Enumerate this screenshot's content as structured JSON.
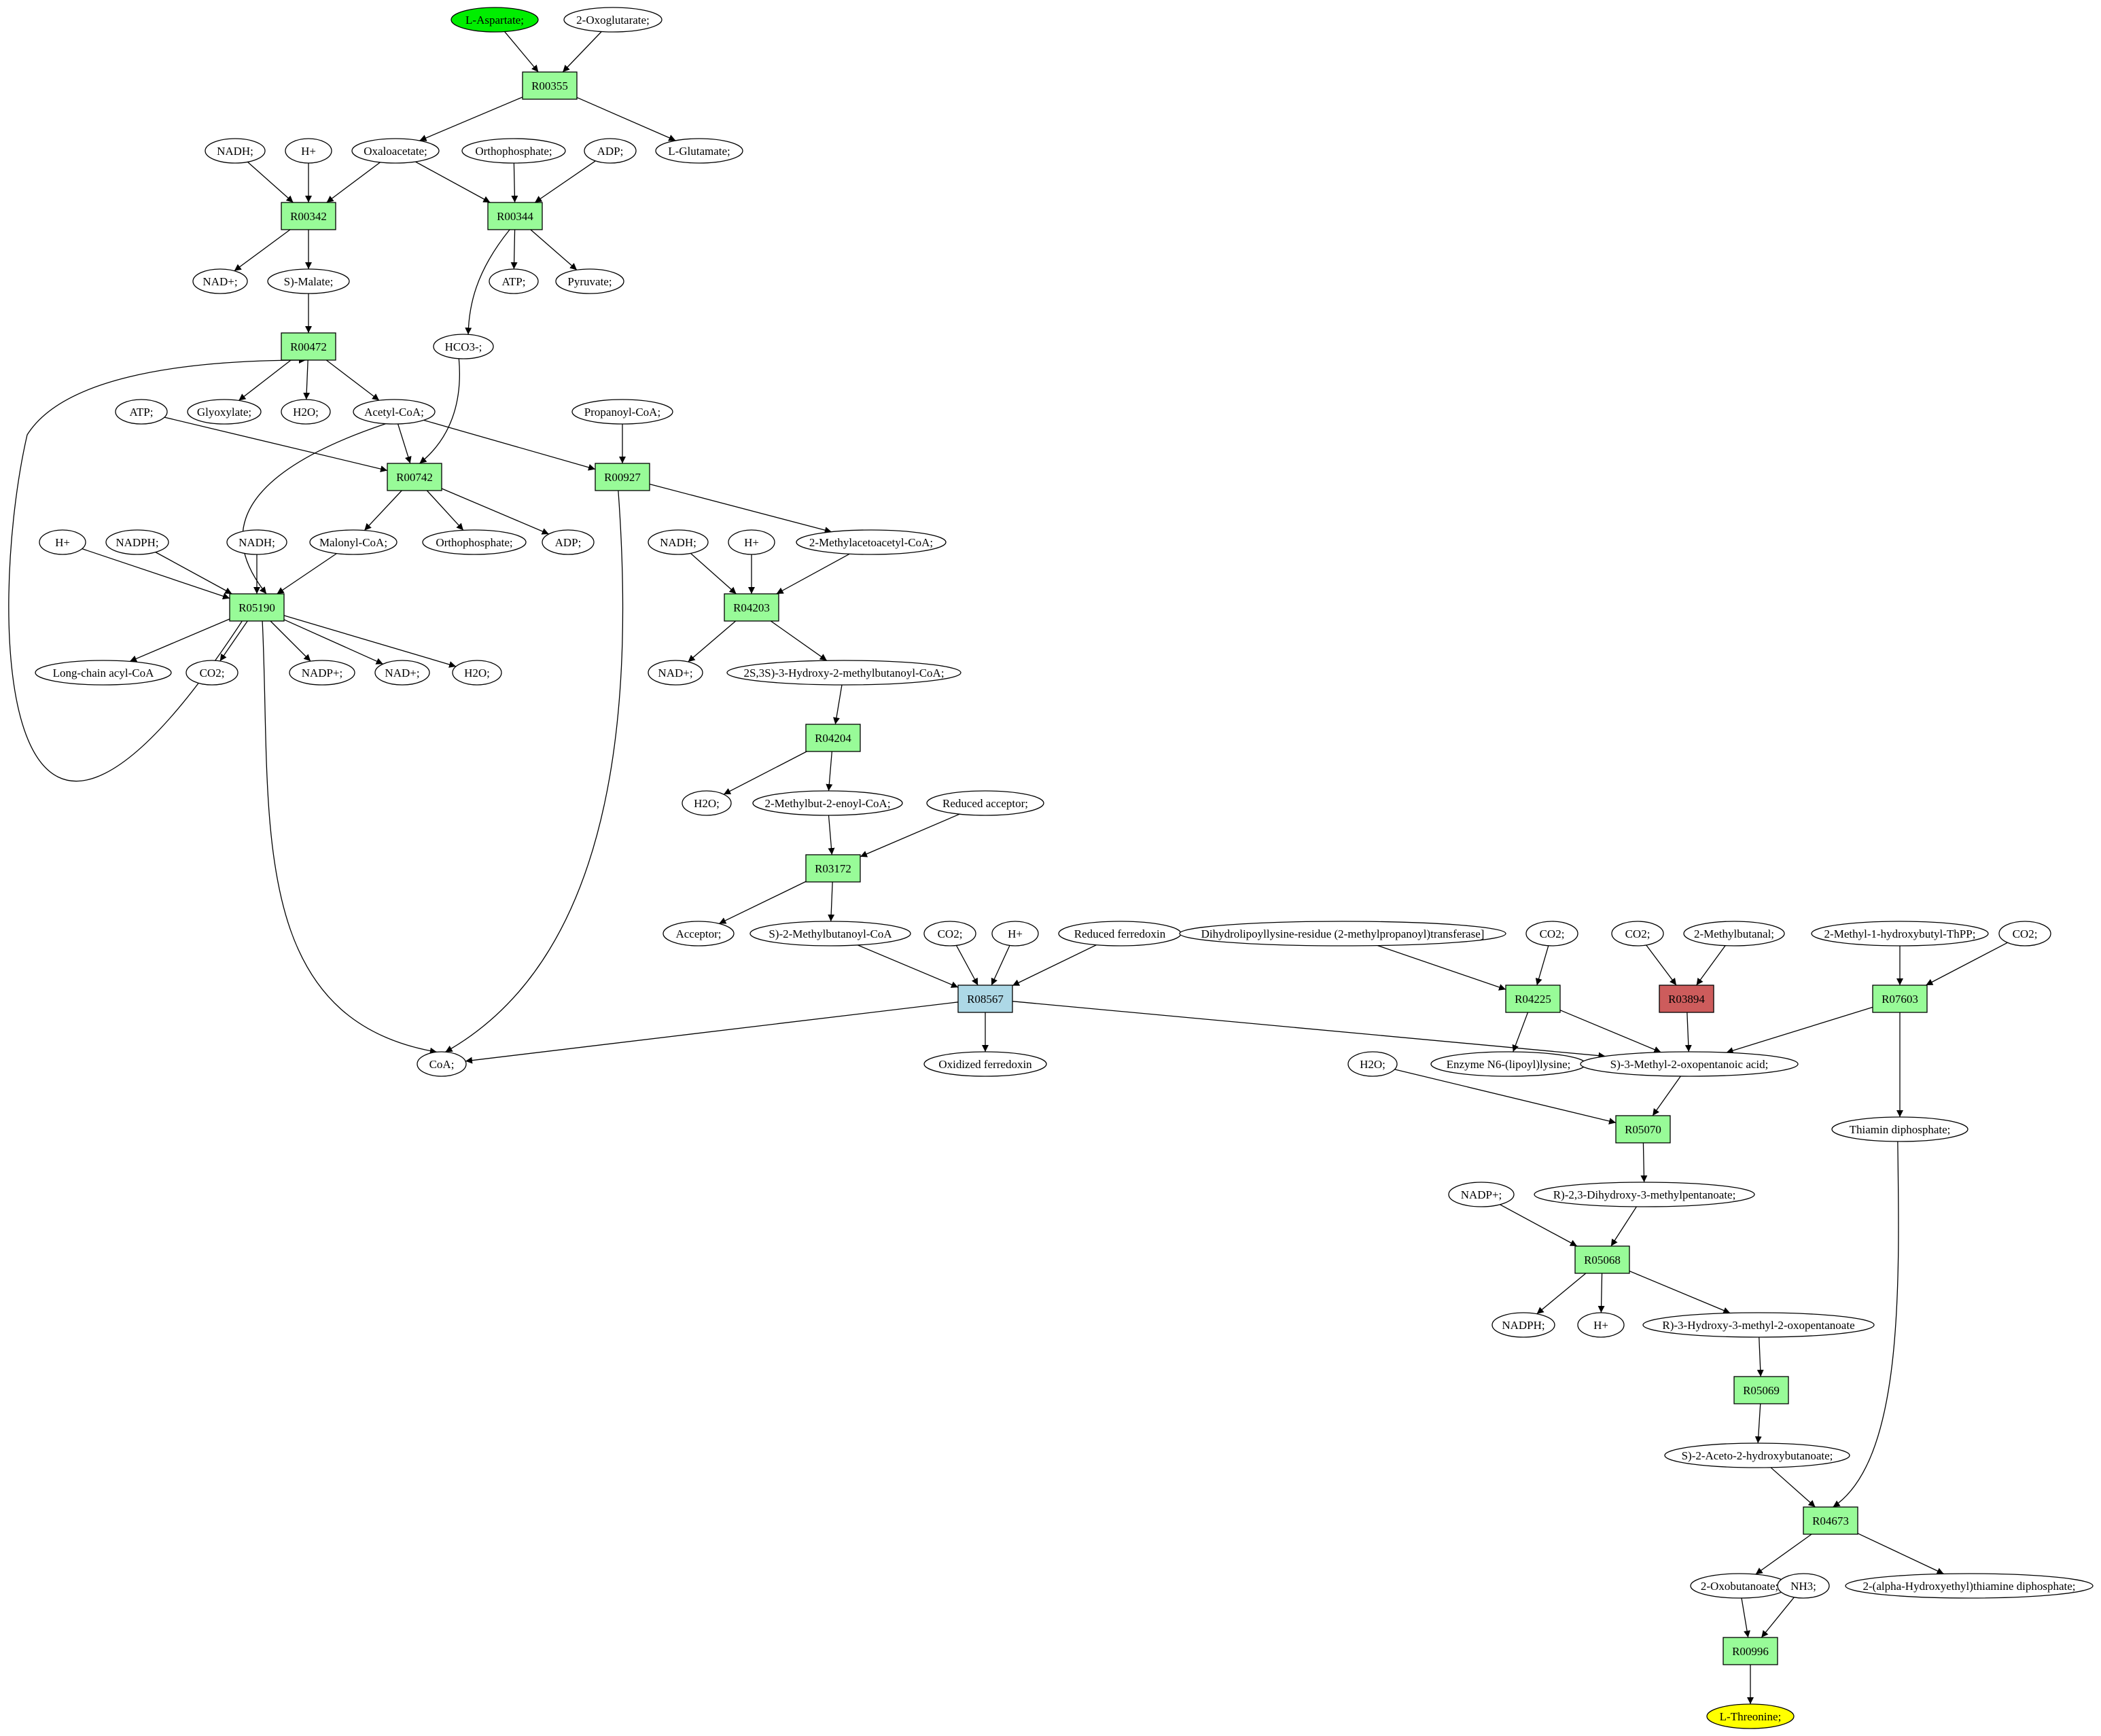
{
  "colors": {
    "start": "#00ee00",
    "target": "#ffff00",
    "reaction": "#98fb98",
    "reaction_enzyme": "#add8e6",
    "reaction_missing": "#cd5c5c",
    "metabolite": "#ffffff",
    "stroke": "#000000"
  },
  "nodes": [
    {
      "id": "aspartate",
      "label": "L-Aspartate;",
      "kind": "start"
    },
    {
      "id": "oxoglutarate",
      "label": "2-Oxoglutarate;",
      "kind": "metabolite"
    },
    {
      "id": "R00355",
      "label": "R00355",
      "kind": "reaction"
    },
    {
      "id": "nadh1",
      "label": "NADH;",
      "kind": "metabolite"
    },
    {
      "id": "hplus1",
      "label": "H+",
      "kind": "metabolite"
    },
    {
      "id": "oxaloacetate",
      "label": "Oxaloacetate;",
      "kind": "metabolite"
    },
    {
      "id": "orthophosphate1",
      "label": "Orthophosphate;",
      "kind": "metabolite"
    },
    {
      "id": "adp1",
      "label": "ADP;",
      "kind": "metabolite"
    },
    {
      "id": "glutamate",
      "label": "L-Glutamate;",
      "kind": "metabolite"
    },
    {
      "id": "R00342",
      "label": "R00342",
      "kind": "reaction"
    },
    {
      "id": "R00344",
      "label": "R00344",
      "kind": "reaction"
    },
    {
      "id": "nadplus1",
      "label": "NAD+;",
      "kind": "metabolite"
    },
    {
      "id": "smalate",
      "label": "S)-Malate;",
      "kind": "metabolite"
    },
    {
      "id": "atp1",
      "label": "ATP;",
      "kind": "metabolite"
    },
    {
      "id": "pyruvate",
      "label": "Pyruvate;",
      "kind": "metabolite"
    },
    {
      "id": "R00472",
      "label": "R00472",
      "kind": "reaction"
    },
    {
      "id": "hco3",
      "label": "HCO3-;",
      "kind": "metabolite"
    },
    {
      "id": "atp2",
      "label": "ATP;",
      "kind": "metabolite"
    },
    {
      "id": "glyoxylate",
      "label": "Glyoxylate;",
      "kind": "metabolite"
    },
    {
      "id": "h2o1",
      "label": "H2O;",
      "kind": "metabolite"
    },
    {
      "id": "acetylcoa",
      "label": "Acetyl-CoA;",
      "kind": "metabolite"
    },
    {
      "id": "propanoylcoa",
      "label": "Propanoyl-CoA;",
      "kind": "metabolite"
    },
    {
      "id": "R00742",
      "label": "R00742",
      "kind": "reaction"
    },
    {
      "id": "R00927",
      "label": "R00927",
      "kind": "reaction"
    },
    {
      "id": "hplus2",
      "label": "H+",
      "kind": "metabolite"
    },
    {
      "id": "nadph1",
      "label": "NADPH;",
      "kind": "metabolite"
    },
    {
      "id": "nadh2",
      "label": "NADH;",
      "kind": "metabolite"
    },
    {
      "id": "malonylcoa",
      "label": "Malonyl-CoA;",
      "kind": "metabolite"
    },
    {
      "id": "orthophosphate2",
      "label": "Orthophosphate;",
      "kind": "metabolite"
    },
    {
      "id": "adp2",
      "label": "ADP;",
      "kind": "metabolite"
    },
    {
      "id": "nadh3",
      "label": "NADH;",
      "kind": "metabolite"
    },
    {
      "id": "hplus3",
      "label": "H+",
      "kind": "metabolite"
    },
    {
      "id": "methylacetoacetylcoa",
      "label": "2-Methylacetoacetyl-CoA;",
      "kind": "metabolite"
    },
    {
      "id": "R05190",
      "label": "R05190",
      "kind": "reaction"
    },
    {
      "id": "R04203",
      "label": "R04203",
      "kind": "reaction"
    },
    {
      "id": "longchain",
      "label": "Long-chain acyl-CoA",
      "kind": "metabolite"
    },
    {
      "id": "co2a",
      "label": "CO2;",
      "kind": "metabolite"
    },
    {
      "id": "nadpplus1",
      "label": "NADP+;",
      "kind": "metabolite"
    },
    {
      "id": "nadplus2",
      "label": "NAD+;",
      "kind": "metabolite"
    },
    {
      "id": "h2o2",
      "label": "H2O;",
      "kind": "metabolite"
    },
    {
      "id": "nadplus3",
      "label": "NAD+;",
      "kind": "metabolite"
    },
    {
      "id": "hydroxymethylbutanoylcoa",
      "label": "2S,3S)-3-Hydroxy-2-methylbutanoyl-CoA;",
      "kind": "metabolite"
    },
    {
      "id": "R04204",
      "label": "R04204",
      "kind": "reaction"
    },
    {
      "id": "h2o3",
      "label": "H2O;",
      "kind": "metabolite"
    },
    {
      "id": "methylbutenoylcoa",
      "label": "2-Methylbut-2-enoyl-CoA;",
      "kind": "metabolite"
    },
    {
      "id": "reducedacceptor",
      "label": "Reduced acceptor;",
      "kind": "metabolite"
    },
    {
      "id": "R03172",
      "label": "R03172",
      "kind": "reaction"
    },
    {
      "id": "acceptor",
      "label": "Acceptor;",
      "kind": "metabolite"
    },
    {
      "id": "methylbutanoylcoa",
      "label": "S)-2-Methylbutanoyl-CoA",
      "kind": "metabolite"
    },
    {
      "id": "co2b",
      "label": "CO2;",
      "kind": "metabolite"
    },
    {
      "id": "hplus4",
      "label": "H+",
      "kind": "metabolite"
    },
    {
      "id": "reducedferredoxin",
      "label": "Reduced ferredoxin",
      "kind": "metabolite"
    },
    {
      "id": "dihydrolipoyl",
      "label": "Dihydrolipoyllysine-residue (2-methylpropanoyl)transferase]",
      "kind": "metabolite"
    },
    {
      "id": "co2c",
      "label": "CO2;",
      "kind": "metabolite"
    },
    {
      "id": "co2d",
      "label": "CO2;",
      "kind": "metabolite"
    },
    {
      "id": "methylbutanal",
      "label": "2-Methylbutanal;",
      "kind": "metabolite"
    },
    {
      "id": "hydroxybutylthpp",
      "label": "2-Methyl-1-hydroxybutyl-ThPP;",
      "kind": "metabolite"
    },
    {
      "id": "co2e",
      "label": "CO2;",
      "kind": "metabolite"
    },
    {
      "id": "R08567",
      "label": "R08567",
      "kind": "reaction_enzyme"
    },
    {
      "id": "R04225",
      "label": "R04225",
      "kind": "reaction"
    },
    {
      "id": "R03894",
      "label": "R03894",
      "kind": "reaction_missing"
    },
    {
      "id": "R07603",
      "label": "R07603",
      "kind": "reaction"
    },
    {
      "id": "coa",
      "label": "CoA;",
      "kind": "metabolite"
    },
    {
      "id": "oxidizedferredoxin",
      "label": "Oxidized ferredoxin",
      "kind": "metabolite"
    },
    {
      "id": "h2o4",
      "label": "H2O;",
      "kind": "metabolite"
    },
    {
      "id": "enzymelipoyl",
      "label": "Enzyme N6-(lipoyl)lysine;",
      "kind": "metabolite"
    },
    {
      "id": "methyloxopentanoic",
      "label": "S)-3-Methyl-2-oxopentanoic acid;",
      "kind": "metabolite"
    },
    {
      "id": "thiamindp",
      "label": "Thiamin diphosphate;",
      "kind": "metabolite"
    },
    {
      "id": "R05070",
      "label": "R05070",
      "kind": "reaction"
    },
    {
      "id": "nadpplus2",
      "label": "NADP+;",
      "kind": "metabolite"
    },
    {
      "id": "dihydroxymethylpentanoate",
      "label": "R)-2,3-Dihydroxy-3-methylpentanoate;",
      "kind": "metabolite"
    },
    {
      "id": "R05068",
      "label": "R05068",
      "kind": "reaction"
    },
    {
      "id": "nadph2",
      "label": "NADPH;",
      "kind": "metabolite"
    },
    {
      "id": "hplus5",
      "label": "H+",
      "kind": "metabolite"
    },
    {
      "id": "hydroxymethyloxopentanoate",
      "label": "R)-3-Hydroxy-3-methyl-2-oxopentanoate",
      "kind": "metabolite"
    },
    {
      "id": "R05069",
      "label": "R05069",
      "kind": "reaction"
    },
    {
      "id": "acetohydroxybutanoate",
      "label": "S)-2-Aceto-2-hydroxybutanoate;",
      "kind": "metabolite"
    },
    {
      "id": "R04673",
      "label": "R04673",
      "kind": "reaction"
    },
    {
      "id": "oxobutanoate",
      "label": "2-Oxobutanoate;",
      "kind": "metabolite"
    },
    {
      "id": "nh3",
      "label": "NH3;",
      "kind": "metabolite"
    },
    {
      "id": "hydroxyethylthiamine",
      "label": "2-(alpha-Hydroxyethyl)thiamine diphosphate;",
      "kind": "metabolite"
    },
    {
      "id": "R00996",
      "label": "R00996",
      "kind": "reaction"
    },
    {
      "id": "threonine",
      "label": "L-Threonine;",
      "kind": "target"
    }
  ],
  "edges": [
    [
      "aspartate",
      "R00355"
    ],
    [
      "oxoglutarate",
      "R00355"
    ],
    [
      "R00355",
      "oxaloacetate"
    ],
    [
      "R00355",
      "glutamate"
    ],
    [
      "nadh1",
      "R00342"
    ],
    [
      "hplus1",
      "R00342"
    ],
    [
      "oxaloacetate",
      "R00342"
    ],
    [
      "oxaloacetate",
      "R00344"
    ],
    [
      "orthophosphate1",
      "R00344"
    ],
    [
      "adp1",
      "R00344"
    ],
    [
      "R00342",
      "nadplus1"
    ],
    [
      "R00342",
      "smalate"
    ],
    [
      "R00344",
      "atp1"
    ],
    [
      "R00344",
      "pyruvate"
    ],
    [
      "R00344",
      "hco3"
    ],
    [
      "smalate",
      "R00472"
    ],
    [
      "R05190",
      "R00472"
    ],
    [
      "R00472",
      "glyoxylate"
    ],
    [
      "R00472",
      "h2o1"
    ],
    [
      "R00472",
      "acetylcoa"
    ],
    [
      "atp2",
      "R00742"
    ],
    [
      "acetylcoa",
      "R00742"
    ],
    [
      "hco3",
      "R00742"
    ],
    [
      "acetylcoa",
      "R00927"
    ],
    [
      "propanoylcoa",
      "R00927"
    ],
    [
      "acetylcoa",
      "R05190"
    ],
    [
      "R00742",
      "malonylcoa"
    ],
    [
      "R00742",
      "orthophosphate2"
    ],
    [
      "R00742",
      "adp2"
    ],
    [
      "R00927",
      "methylacetoacetylcoa"
    ],
    [
      "R00927",
      "coa"
    ],
    [
      "hplus2",
      "R05190"
    ],
    [
      "nadph1",
      "R05190"
    ],
    [
      "nadh2",
      "R05190"
    ],
    [
      "malonylcoa",
      "R05190"
    ],
    [
      "R05190",
      "longchain"
    ],
    [
      "R05190",
      "co2a"
    ],
    [
      "R05190",
      "nadpplus1"
    ],
    [
      "R05190",
      "nadplus2"
    ],
    [
      "R05190",
      "h2o2"
    ],
    [
      "R05190",
      "coa"
    ],
    [
      "nadh3",
      "R04203"
    ],
    [
      "hplus3",
      "R04203"
    ],
    [
      "methylacetoacetylcoa",
      "R04203"
    ],
    [
      "R04203",
      "nadplus3"
    ],
    [
      "R04203",
      "hydroxymethylbutanoylcoa"
    ],
    [
      "hydroxymethylbutanoylcoa",
      "R04204"
    ],
    [
      "R04204",
      "h2o3"
    ],
    [
      "R04204",
      "methylbutenoylcoa"
    ],
    [
      "methylbutenoylcoa",
      "R03172"
    ],
    [
      "reducedacceptor",
      "R03172"
    ],
    [
      "R03172",
      "acceptor"
    ],
    [
      "R03172",
      "methylbutanoylcoa"
    ],
    [
      "methylbutanoylcoa",
      "R08567"
    ],
    [
      "co2b",
      "R08567"
    ],
    [
      "hplus4",
      "R08567"
    ],
    [
      "reducedferredoxin",
      "R08567"
    ],
    [
      "R08567",
      "coa"
    ],
    [
      "R08567",
      "oxidizedferredoxin"
    ],
    [
      "R08567",
      "methyloxopentanoic"
    ],
    [
      "dihydrolipoyl",
      "R04225"
    ],
    [
      "co2c",
      "R04225"
    ],
    [
      "R04225",
      "enzymelipoyl"
    ],
    [
      "R04225",
      "methyloxopentanoic"
    ],
    [
      "co2d",
      "R03894"
    ],
    [
      "methylbutanal",
      "R03894"
    ],
    [
      "R03894",
      "methyloxopentanoic"
    ],
    [
      "hydroxybutylthpp",
      "R07603"
    ],
    [
      "co2e",
      "R07603"
    ],
    [
      "R07603",
      "methyloxopentanoic"
    ],
    [
      "R07603",
      "thiamindp"
    ],
    [
      "h2o4",
      "R05070"
    ],
    [
      "methyloxopentanoic",
      "R05070"
    ],
    [
      "R05070",
      "dihydroxymethylpentanoate"
    ],
    [
      "nadpplus2",
      "R05068"
    ],
    [
      "dihydroxymethylpentanoate",
      "R05068"
    ],
    [
      "R05068",
      "nadph2"
    ],
    [
      "R05068",
      "hplus5"
    ],
    [
      "R05068",
      "hydroxymethyloxopentanoate"
    ],
    [
      "hydroxymethyloxopentanoate",
      "R05069"
    ],
    [
      "R05069",
      "acetohydroxybutanoate"
    ],
    [
      "acetohydroxybutanoate",
      "R04673"
    ],
    [
      "thiamindp",
      "R04673"
    ],
    [
      "R04673",
      "oxobutanoate"
    ],
    [
      "R04673",
      "hydroxyethylthiamine"
    ],
    [
      "oxobutanoate",
      "R00996"
    ],
    [
      "nh3",
      "R00996"
    ],
    [
      "R00996",
      "threonine"
    ]
  ]
}
